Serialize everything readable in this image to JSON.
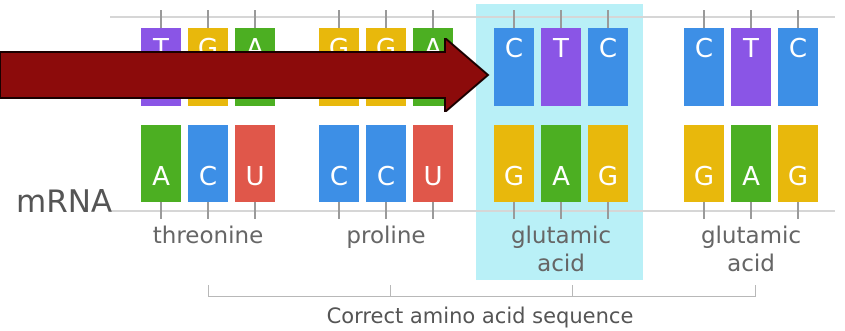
{
  "strand_label": "mRNA",
  "colors": {
    "A": "#4caf22",
    "C": "#3d8fe6",
    "G": "#e8b80c",
    "T": "#8a55e6",
    "U": "#e0574a",
    "highlight": "#b9f0f7",
    "arrow": "#8c0b0b"
  },
  "codons": [
    {
      "amino_acid": "threonine",
      "top_bases": [
        "T",
        "G",
        "A"
      ],
      "bottom_bases": [
        "A",
        "C",
        "U"
      ]
    },
    {
      "amino_acid": "proline",
      "top_bases": [
        "G",
        "G",
        "A"
      ],
      "bottom_bases": [
        "C",
        "C",
        "U"
      ]
    },
    {
      "amino_acid": "glutamic\nacid",
      "top_bases": [
        "C",
        "T",
        "C"
      ],
      "bottom_bases": [
        "G",
        "A",
        "G"
      ],
      "highlighted": true
    },
    {
      "amino_acid": "glutamic\nacid",
      "top_bases": [
        "C",
        "T",
        "C"
      ],
      "bottom_bases": [
        "G",
        "A",
        "G"
      ]
    }
  ],
  "sequence_caption": "Correct amino acid sequence"
}
